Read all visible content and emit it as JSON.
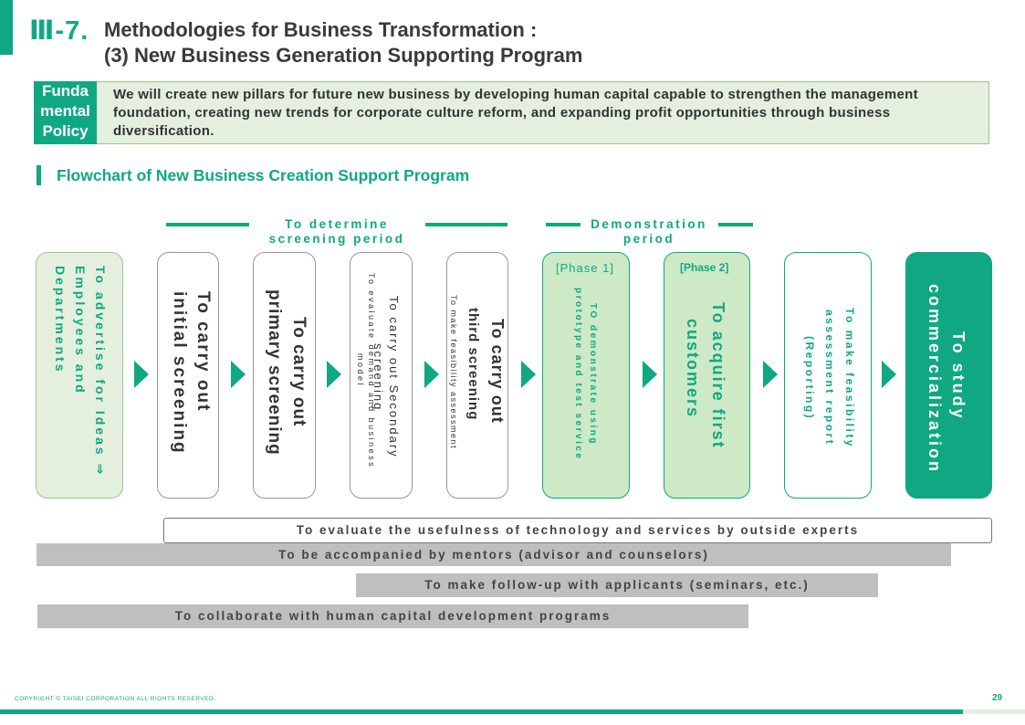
{
  "header": {
    "section_number": "Ⅲ-7.",
    "title_line1": "Methodologies for Business Transformation :",
    "title_line2": "(3) New Business Generation Supporting  Program"
  },
  "policy": {
    "label_lines": [
      "Funda",
      "mental",
      "Policy"
    ],
    "text": "We will create new pillars for future new business by developing human capital capable to strengthen the management foundation, creating new trends for corporate culture reform, and expanding profit opportunities through business diversification."
  },
  "flowchart": {
    "title": "Flowchart of New Business Creation Support Program",
    "periods": {
      "screening_line1": "To determine",
      "screening_line2": "screening period",
      "demo_line1": "Demonstration",
      "demo_line2": "period"
    },
    "steps": {
      "ideas": "To advertise for Ideas ⇒ Employees and Departments",
      "initial_line1": "To carry out",
      "initial_line2": "initial screening",
      "primary_line1": "To carry out",
      "primary_line2": "primary screening",
      "secondary_title": "To carry out Secondary screening",
      "secondary_sub": "To evaluate demand and business model",
      "third_line1": "To carry out",
      "third_line2": "third screening",
      "third_sub": "To make feasibility assessment",
      "phase1_tag": "[Phase 1]",
      "phase1_text": "TO demonstrate using prototype and test service",
      "phase2_tag": "[Phase 2]",
      "phase2_line1": "To acquire first",
      "phase2_line2": "customers",
      "feasibility": "To make feasibility assessment report (Reporting)",
      "commercial_line1": "To study",
      "commercial_line2": "commercialization"
    },
    "bars": {
      "evaluate": "To evaluate the usefulness of technology and services by outside experts",
      "mentors": "To be accompanied by mentors (advisor and counselors)",
      "followup": "To make follow-up with applicants (seminars, etc.)",
      "collaborate": "To collaborate with human capital development programs"
    }
  },
  "footer": {
    "copyright": "COPYRIGHT © TAISEI CORPORATION ALL RIGHTS RESERVED.",
    "page_number": "29"
  },
  "colors": {
    "accent": "#0fa882",
    "light_green": "#cde9c6",
    "pale_green": "#e4efdd",
    "gray_bar": "#bfbfbf"
  }
}
